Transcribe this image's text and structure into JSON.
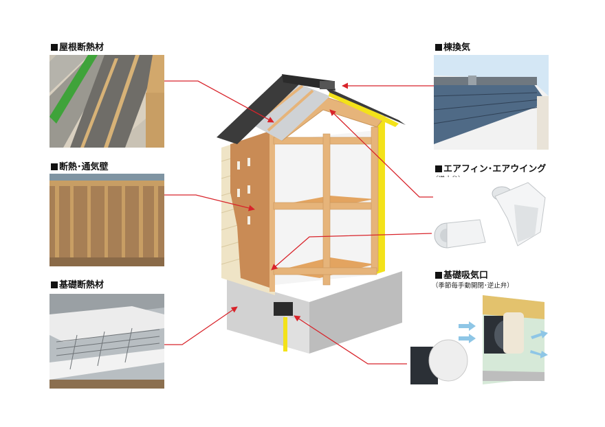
{
  "labels": {
    "roof_insulation": "屋根断熱材",
    "wall": "断熱･通気壁",
    "foundation_insulation": "基礎断熱材",
    "ridge_vent": "棟換気",
    "airfin": "エアフィン･エアウイング",
    "airfin_sub": "（逆止弁）",
    "foundation_vent": "基礎吸気口",
    "foundation_vent_sub": "（季節毎手動開閉･逆止弁）"
  },
  "colors": {
    "leader": "#d8232a",
    "wood": "#e6b47a",
    "insulation_yellow": "#f3e21a",
    "roof": "#3b3b3b",
    "concrete": "#d9d9d9",
    "siding": "#efe4c6"
  },
  "icons": [
    "flow-arrow-icon"
  ]
}
